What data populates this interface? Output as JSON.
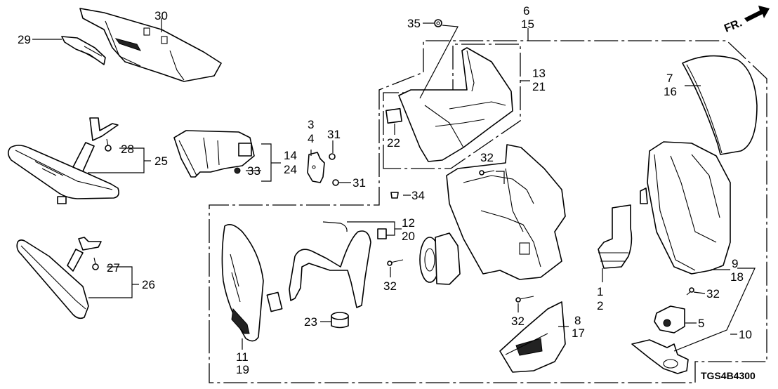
{
  "diagram": {
    "title": "Mirror parts diagram",
    "diagram_code": "TGS4B4300",
    "direction_marker": "FR.",
    "callouts": [
      {
        "id": "c1",
        "text": "1"
      },
      {
        "id": "c2",
        "text": "2"
      },
      {
        "id": "c3",
        "text": "3"
      },
      {
        "id": "c4",
        "text": "4"
      },
      {
        "id": "c5",
        "text": "5"
      },
      {
        "id": "c6",
        "text": "6"
      },
      {
        "id": "c7",
        "text": "7"
      },
      {
        "id": "c8",
        "text": "8"
      },
      {
        "id": "c9",
        "text": "9"
      },
      {
        "id": "c10",
        "text": "10"
      },
      {
        "id": "c11",
        "text": "11"
      },
      {
        "id": "c12",
        "text": "12"
      },
      {
        "id": "c13",
        "text": "13"
      },
      {
        "id": "c14",
        "text": "14"
      },
      {
        "id": "c15",
        "text": "15"
      },
      {
        "id": "c16",
        "text": "16"
      },
      {
        "id": "c17",
        "text": "17"
      },
      {
        "id": "c18",
        "text": "18"
      },
      {
        "id": "c19",
        "text": "19"
      },
      {
        "id": "c20",
        "text": "20"
      },
      {
        "id": "c21",
        "text": "21"
      },
      {
        "id": "c22",
        "text": "22"
      },
      {
        "id": "c23",
        "text": "23"
      },
      {
        "id": "c24",
        "text": "24"
      },
      {
        "id": "c25",
        "text": "25"
      },
      {
        "id": "c26",
        "text": "26"
      },
      {
        "id": "c27",
        "text": "27"
      },
      {
        "id": "c28",
        "text": "28"
      },
      {
        "id": "c29",
        "text": "29"
      },
      {
        "id": "c30",
        "text": "30"
      },
      {
        "id": "c31a",
        "text": "31"
      },
      {
        "id": "c31b",
        "text": "31"
      },
      {
        "id": "c32a",
        "text": "32"
      },
      {
        "id": "c32b",
        "text": "32"
      },
      {
        "id": "c32c",
        "text": "32"
      },
      {
        "id": "c32d",
        "text": "32"
      },
      {
        "id": "c33",
        "text": "33"
      },
      {
        "id": "c34",
        "text": "34"
      },
      {
        "id": "c35",
        "text": "35"
      }
    ]
  }
}
